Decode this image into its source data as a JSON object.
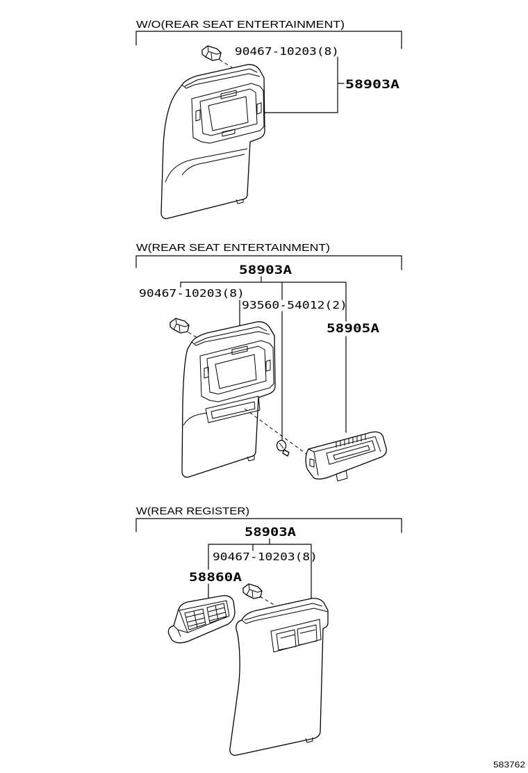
{
  "sections": [
    {
      "title": "W/O(REAR SEAT ENTERTAINMENT)",
      "labels": {
        "clip": "90467-10203(8)",
        "assembly": "58903A"
      }
    },
    {
      "title": "W(REAR SEAT ENTERTAINMENT)",
      "labels": {
        "assembly": "58903A",
        "clip": "90467-10203(8)",
        "screw": "93560-54012(2)",
        "register": "58905A"
      }
    },
    {
      "title": "W(REAR REGISTER)",
      "labels": {
        "assembly": "58903A",
        "clip": "90467-10203(8)",
        "register": "58860A"
      }
    }
  ],
  "figure_number": "583762"
}
